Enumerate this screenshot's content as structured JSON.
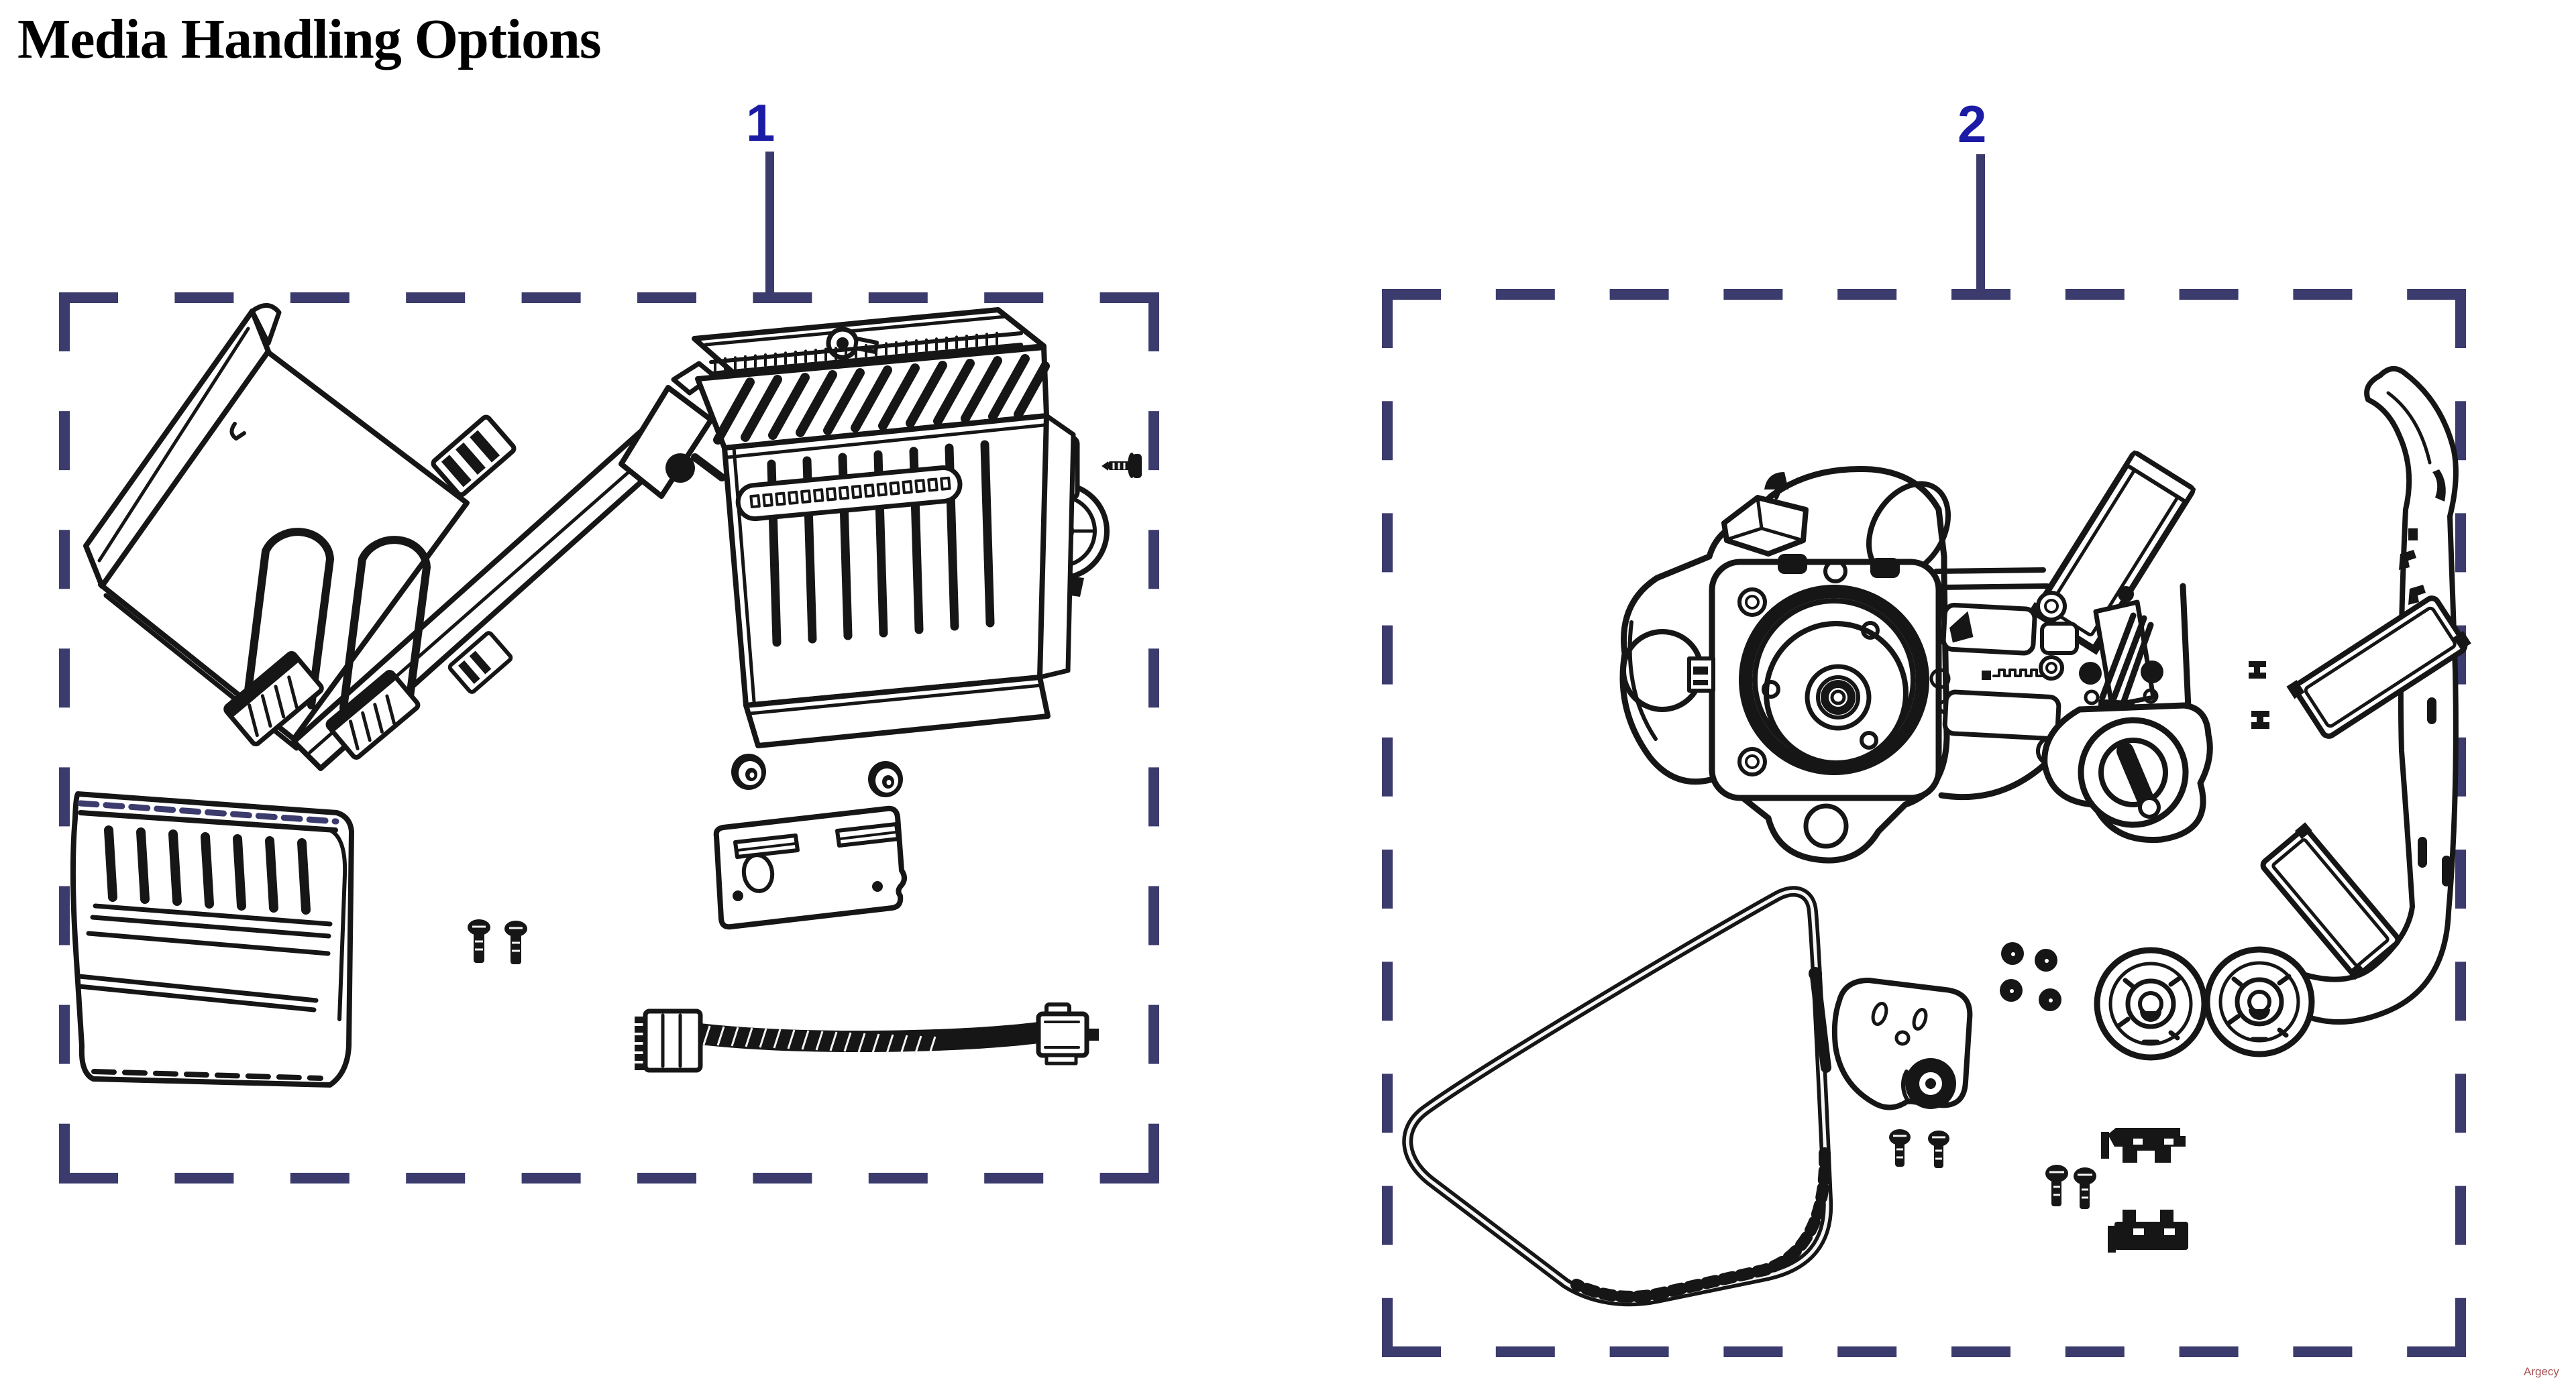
{
  "page": {
    "title": "Media Handling Options",
    "watermark": "Argecy",
    "background": "#ffffff"
  },
  "colors": {
    "line_art": "#161616",
    "callout_number": "#1b1ba6",
    "dashed_box": "#3b3b6d",
    "watermark_text": "#a85252"
  },
  "callouts": [
    {
      "number": "1",
      "kit": "cutter-option-kit"
    },
    {
      "number": "2",
      "kit": "rewind-option-kit"
    }
  ],
  "groups": [
    {
      "callout": "1",
      "name": "cutter-option-kit",
      "parts": [
        "media-mount-bracket",
        "cutter-module",
        "cutter-mounting-screw",
        "rubber-grommet",
        "rubber-grommet",
        "adapter-plate",
        "pan-head-screw",
        "pan-head-screw",
        "catch-tray",
        "cutter-data-cable"
      ]
    },
    {
      "callout": "2",
      "name": "rewind-option-kit",
      "parts": [
        "rewind-drive-assembly",
        "retainer-clip",
        "retainer-clip",
        "media-guide-cover",
        "drive-belt",
        "tension-bracket-with-roller",
        "rubber-grommet",
        "rubber-grommet",
        "rubber-grommet",
        "rubber-grommet",
        "idler-pulley",
        "idler-pulley",
        "mounting-screw",
        "mounting-screw",
        "mounting-screw",
        "mounting-screw",
        "media-clip-bracket",
        "media-clip-bracket"
      ]
    }
  ]
}
